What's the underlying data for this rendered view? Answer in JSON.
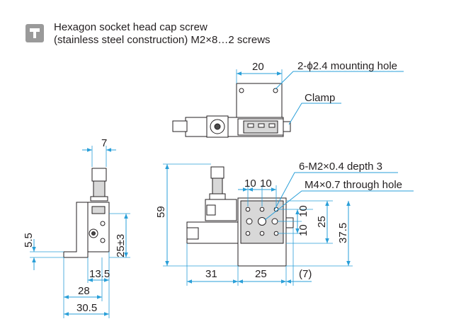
{
  "note": {
    "icon": "socket-head-screw-icon",
    "line1": "Hexagon socket head cap screw",
    "line2": "(stainless steel construction) M2×8…2 screws"
  },
  "callouts": {
    "mounting_hole": "2-ϕ2.4 mounting hole",
    "clamp": "Clamp",
    "tapped_holes": "6-M2×0.4 depth 3",
    "through_hole": "M4×0.7 through hole"
  },
  "dimensions": {
    "top_width": "20",
    "side_width": "7",
    "side_offset": "5.5",
    "side_stroke": "25±3",
    "side_13_5": "13.5",
    "side_28": "28",
    "side_30_5": "30.5",
    "front_height": "59",
    "pitch_a": "10",
    "pitch_b": "10",
    "vpitch_a": "10",
    "vpitch_b": "10",
    "front_25_v": "25",
    "front_37_5": "37.5",
    "front_31": "31",
    "front_25_h": "25",
    "front_7": "(7)"
  },
  "colors": {
    "dimension_line": "#2a9fd8",
    "outline": "#231f20",
    "icon_gray": "#9a9a9a"
  }
}
